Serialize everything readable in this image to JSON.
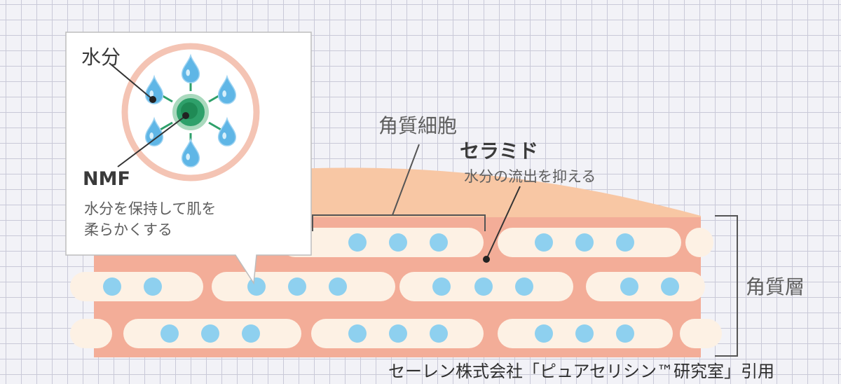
{
  "labels": {
    "corneocyte": "角質細胞",
    "ceramide_title": "セラミド",
    "ceramide_desc": "水分の流出を抑える",
    "stratum_corneum": "角質層",
    "credit": "セーレン株式会社「ピュアセリシン™研究室」引用"
  },
  "callout": {
    "water": "水分",
    "nmf_title": "NMF",
    "nmf_desc_line1": "水分を保持して肌を",
    "nmf_desc_line2": "柔らかくする"
  },
  "colors": {
    "background": "#f2f2f7",
    "grid": "#c9c9d8",
    "outer_layer": "#f8c7a4",
    "intercellular": "#f3ad98",
    "cell": "#fdf1e4",
    "dot": "#8ed0ef",
    "nmf_green": "#2ea06a",
    "halo": "#f4c4b4"
  }
}
